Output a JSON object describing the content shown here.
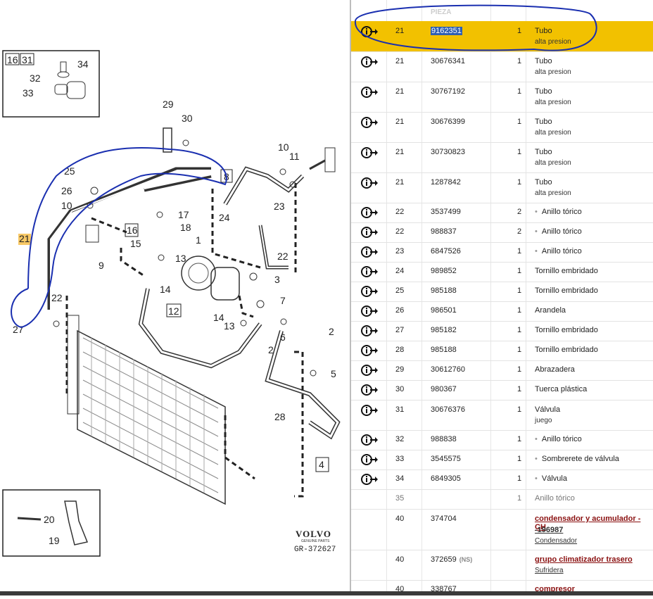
{
  "diagram": {
    "callouts": [
      "16",
      "31",
      "34",
      "32",
      "33",
      "29",
      "30",
      "25",
      "26",
      "10",
      "11",
      "21",
      "8",
      "17",
      "18",
      "16",
      "15",
      "13",
      "1",
      "24",
      "23",
      "9",
      "14",
      "12",
      "22",
      "27",
      "7",
      "3",
      "13",
      "14",
      "2",
      "6",
      "2",
      "5",
      "28",
      "4",
      "20",
      "19",
      "22"
    ],
    "brand": "VOLVO",
    "brand_sub": "GENUINE PARTS",
    "ref": "GR-372627"
  },
  "parts_table": {
    "header_partial": "PIEZA",
    "rows": [
      {
        "ref": "21",
        "part": "9162351",
        "qty": "1",
        "desc": "Tubo",
        "sub": "alta presion",
        "highlighted": true
      },
      {
        "ref": "21",
        "part": "30676341",
        "qty": "1",
        "desc": "Tubo",
        "sub": "alta presion"
      },
      {
        "ref": "21",
        "part": "30767192",
        "qty": "1",
        "desc": "Tubo",
        "sub": "alta presion"
      },
      {
        "ref": "21",
        "part": "30676399",
        "qty": "1",
        "desc": "Tubo",
        "sub": "alta presion"
      },
      {
        "ref": "21",
        "part": "30730823",
        "qty": "1",
        "desc": "Tubo",
        "sub": "alta presion"
      },
      {
        "ref": "21",
        "part": "1287842",
        "qty": "1",
        "desc": "Tubo",
        "sub": "alta presion"
      },
      {
        "ref": "22",
        "part": "3537499",
        "qty": "2",
        "desc": "Anillo tórico",
        "bullet": true
      },
      {
        "ref": "22",
        "part": "988837",
        "qty": "2",
        "desc": "Anillo tórico",
        "bullet": true
      },
      {
        "ref": "23",
        "part": "6847526",
        "qty": "1",
        "desc": "Anillo tórico",
        "bullet": true
      },
      {
        "ref": "24",
        "part": "989852",
        "qty": "1",
        "desc": "Tornillo embridado"
      },
      {
        "ref": "25",
        "part": "985188",
        "qty": "1",
        "desc": "Tornillo embridado"
      },
      {
        "ref": "26",
        "part": "986501",
        "qty": "1",
        "desc": "Arandela"
      },
      {
        "ref": "27",
        "part": "985182",
        "qty": "1",
        "desc": "Tornillo embridado"
      },
      {
        "ref": "28",
        "part": "985188",
        "qty": "1",
        "desc": "Tornillo embridado"
      },
      {
        "ref": "29",
        "part": "30612760",
        "qty": "1",
        "desc": "Abrazadera"
      },
      {
        "ref": "30",
        "part": "980367",
        "qty": "1",
        "desc": "Tuerca plástica"
      },
      {
        "ref": "31",
        "part": "30676376",
        "qty": "1",
        "desc": "Válvula",
        "sub": "juego"
      },
      {
        "ref": "32",
        "part": "988838",
        "qty": "1",
        "desc": "Anillo tórico",
        "bullet": true
      },
      {
        "ref": "33",
        "part": "3545575",
        "qty": "1",
        "desc": "Sombrerete de válvula",
        "bullet": true
      },
      {
        "ref": "34",
        "part": "6849305",
        "qty": "1",
        "desc": "Válvula",
        "bullet": true
      },
      {
        "ref": "35",
        "part": "",
        "qty": "1",
        "desc": "Anillo tórico",
        "dim": true
      },
      {
        "ref": "40",
        "part": "374704",
        "qty": "",
        "desc": "condensador y acumulador - CH",
        "desc2": "-196987",
        "sub": "Condensador",
        "link": true
      },
      {
        "ref": "40",
        "part": "372659",
        "ns": "(NS)",
        "qty": "",
        "desc": "grupo climatizador trasero",
        "sub": "Sufridera",
        "link": true
      },
      {
        "ref": "40",
        "part": "338767",
        "qty": "",
        "desc": "compresor",
        "link": true
      }
    ]
  }
}
